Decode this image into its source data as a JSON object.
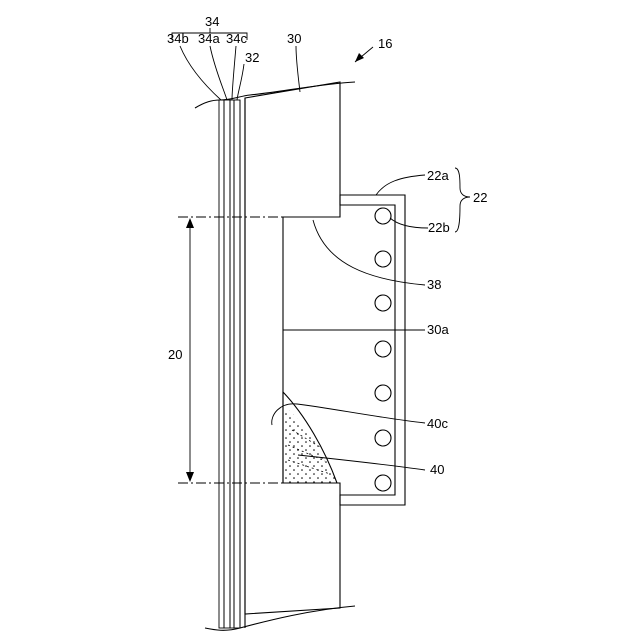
{
  "figure": {
    "labels": {
      "assembly_16": "16",
      "layer_34": "34",
      "layer_34b": "34b",
      "layer_34a": "34a",
      "layer_34c": "34c",
      "layer_32": "32",
      "member_30": "30",
      "housing_22": "22",
      "housing_22a": "22a",
      "housing_22b": "22b",
      "edge_38": "38",
      "surface_30a": "30a",
      "region_20": "20",
      "insert_40c": "40c",
      "insert_40": "40"
    },
    "colors": {
      "ink": "#000000",
      "background": "#ffffff"
    }
  }
}
